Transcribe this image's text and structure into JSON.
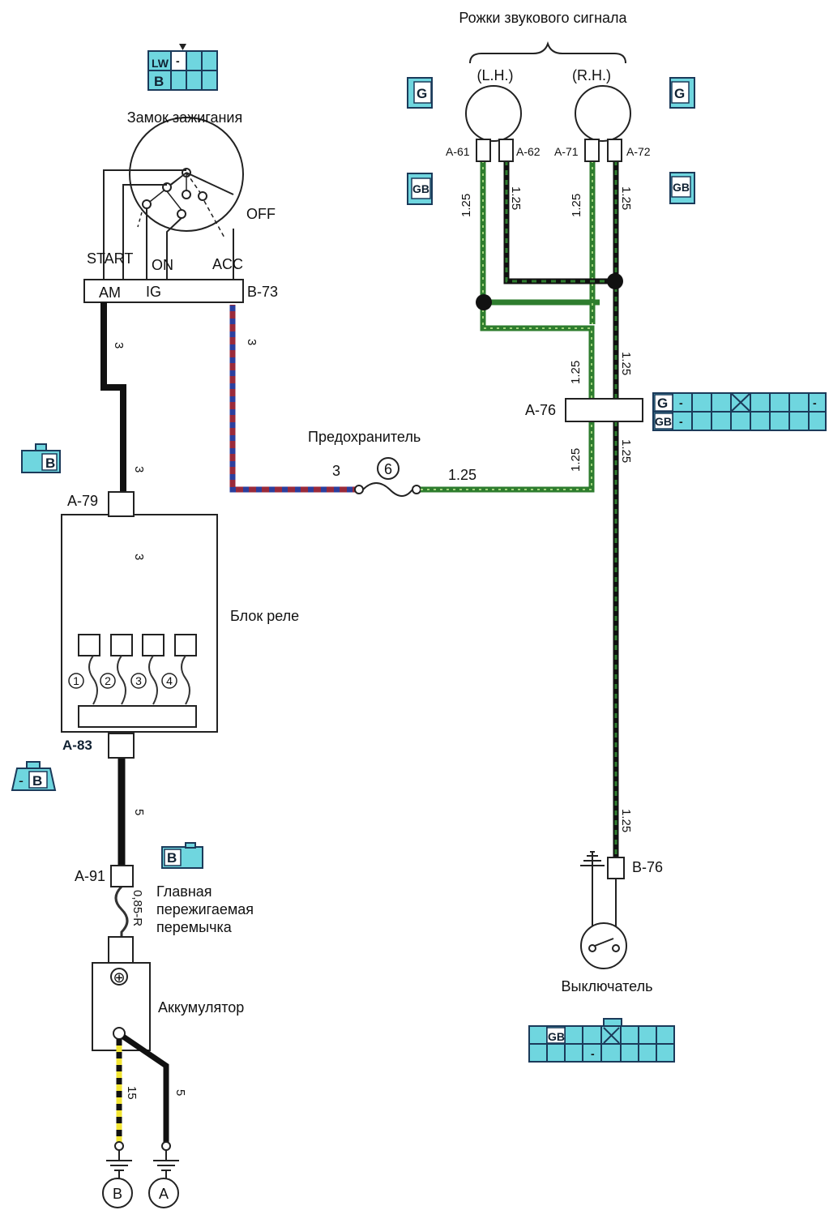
{
  "labels": {
    "horn_title": "Рожки звукового сигнала",
    "horn_lh": "(L.H.)",
    "horn_rh": "(R.H.)",
    "ignition_title": "Замок зажигания",
    "sw_off": "OFF",
    "sw_start": "START",
    "sw_on": "ON",
    "sw_acc": "ACC",
    "sw_am": "AM",
    "sw_ig": "IG",
    "relay_block": "Блок реле",
    "fuse_label": "Предохранитель",
    "fuse_num": "6",
    "fusible_1": "Главная",
    "fusible_2": "пережигаемая",
    "fusible_3": "перемычка",
    "battery": "Аккумулятор",
    "battery_plus": "⊕",
    "switch": "Выключатель",
    "ground_b": "B",
    "ground_a": "A",
    "relay_1": "1",
    "relay_2": "2",
    "relay_3": "3",
    "relay_4": "4"
  },
  "connectors": {
    "b73": "B-73",
    "a79": "A-79",
    "a83": "A-83",
    "a91": "A-91",
    "a76": "A-76",
    "b76": "B-76",
    "a61": "A-61",
    "a62": "A-62",
    "a71": "A-71",
    "a72": "A-72"
  },
  "wire_sizes": {
    "w_am_1": "3",
    "w_am_2": "3",
    "w_relay": "3",
    "w_a83": "5",
    "w_fusible": "0,85-R",
    "w_bat_b": "15",
    "w_bat_a": "5",
    "w_ig": "3",
    "w_fuse_in": "3",
    "w_fuse_out": "1.25",
    "w_a61": "1.25",
    "w_a62": "1.25",
    "w_a71": "1.25",
    "w_a72": "1.25",
    "w_g_upper": "1.25",
    "w_gb_upper": "1.25",
    "w_g_lower": "1.25",
    "w_gb_lower": "1.25",
    "w_b76": "1.25"
  },
  "pin_codes": {
    "lw": "LW",
    "b": "B",
    "dash": "-",
    "g": "G",
    "gb": "GB"
  },
  "colors": {
    "wire_black": "#111111",
    "wire_green": "#2e7d2e",
    "wire_blue_dash": "#2b3f9e",
    "wire_red_dash": "#9a2a3a",
    "wire_yellow": "#f2e534",
    "connector_fill": "#6fd6df",
    "connector_stroke": "#1b3a5a"
  }
}
